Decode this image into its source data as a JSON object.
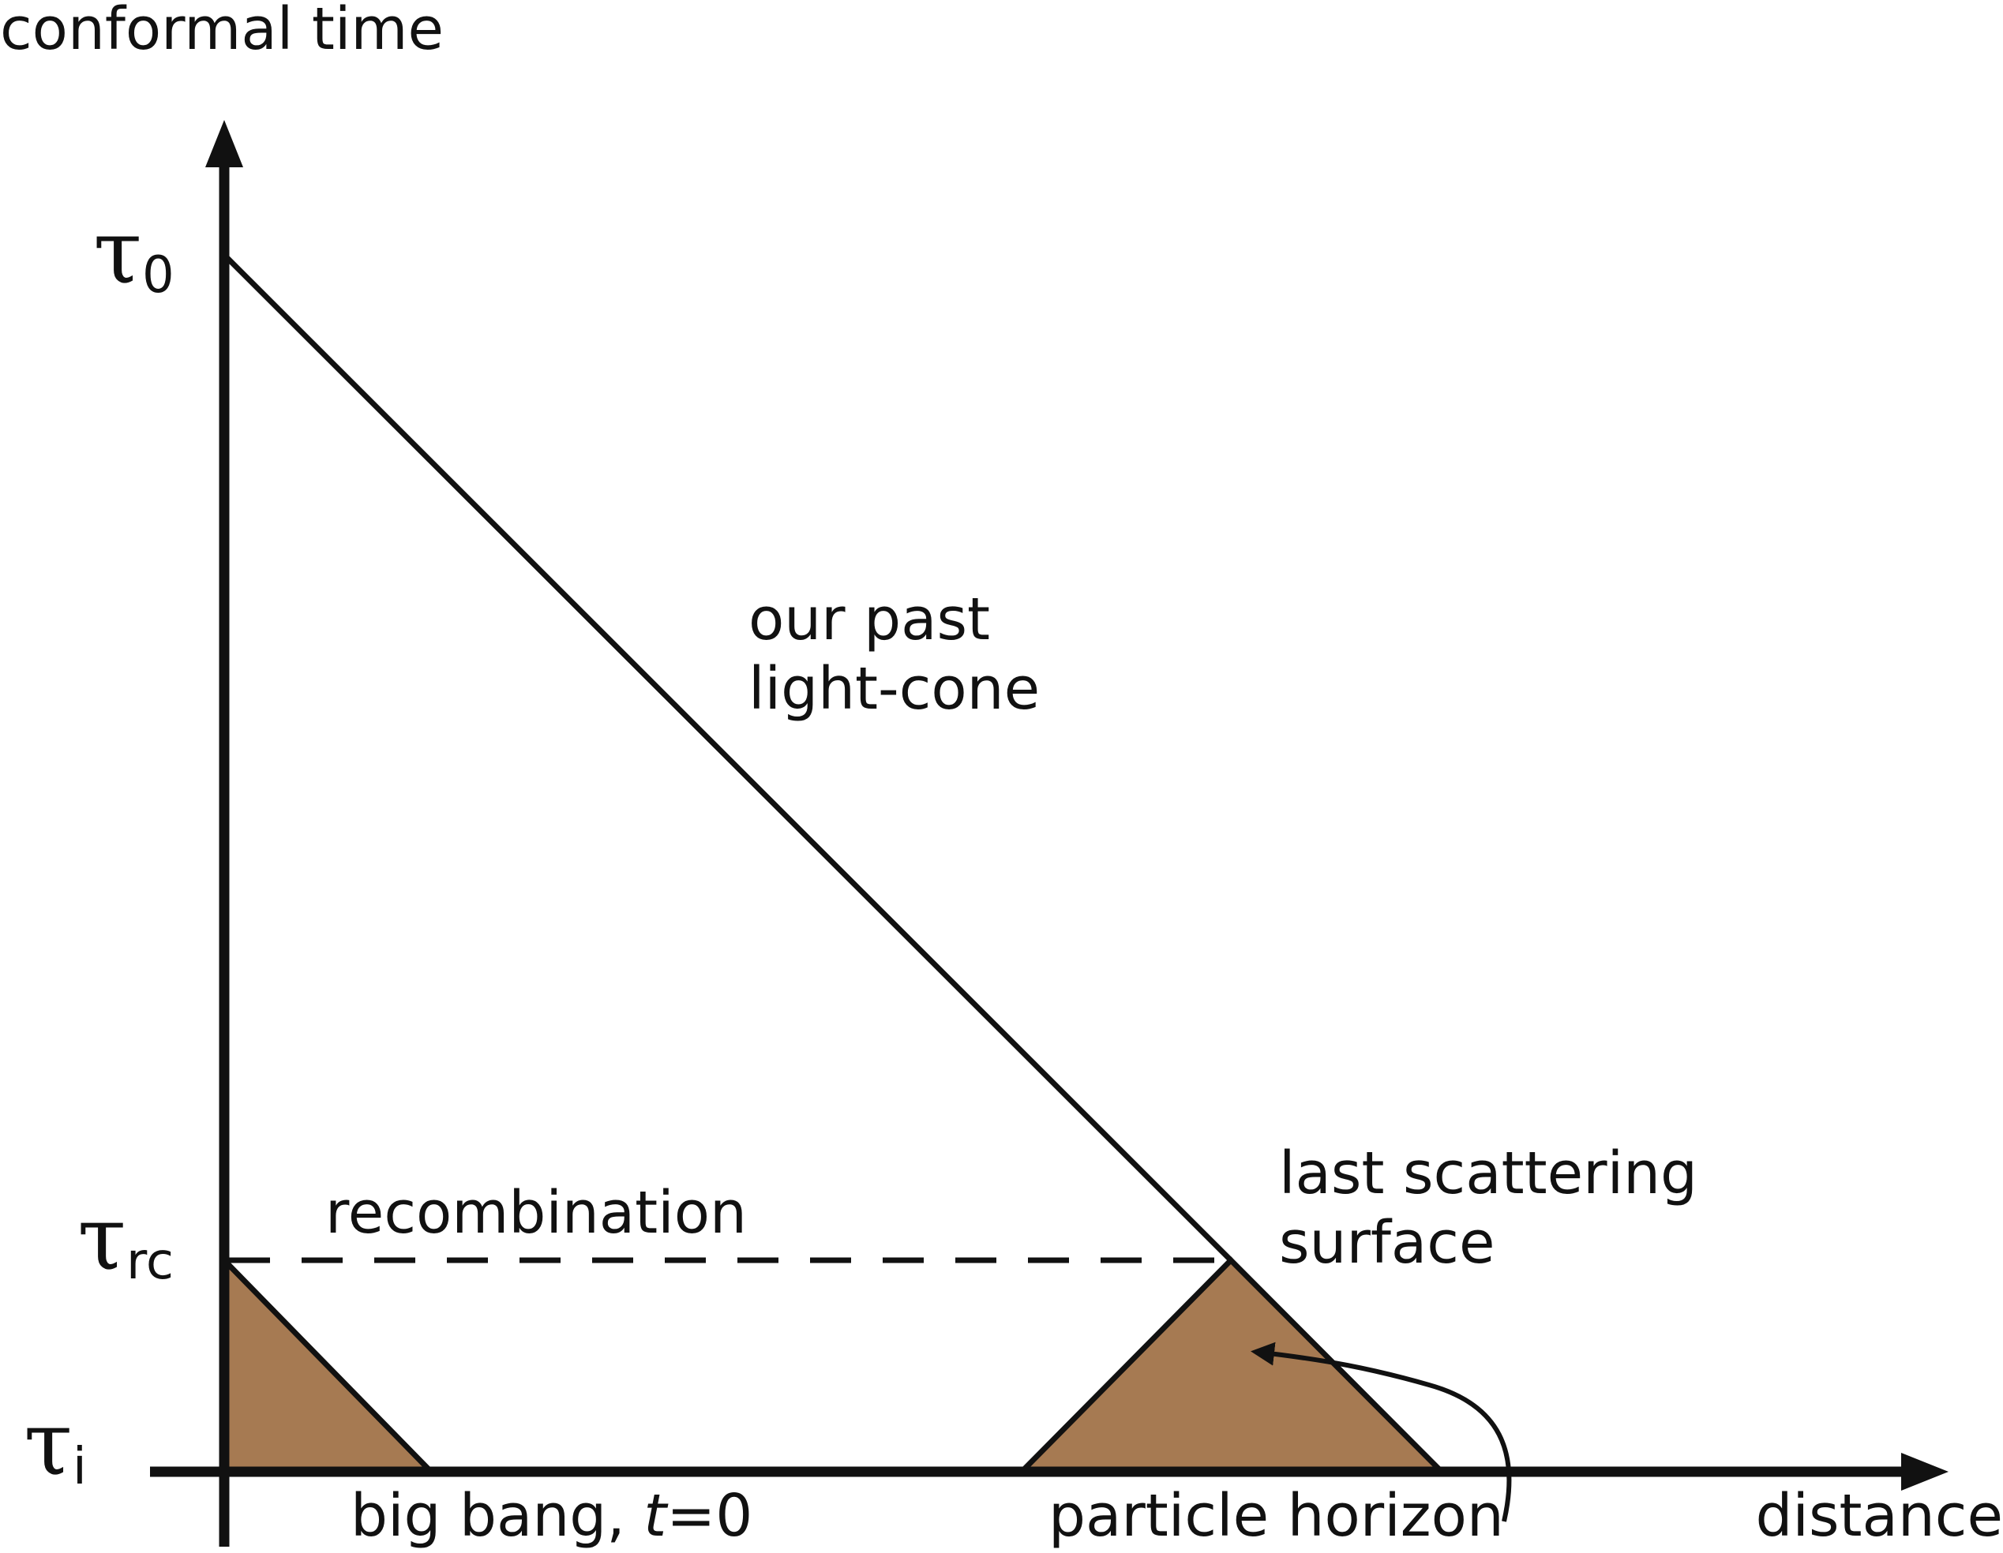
{
  "labels": {
    "y_axis": "conformal time",
    "x_axis": "distance",
    "light_cone_line1": "our past",
    "light_cone_line2": "light-cone",
    "recombination": "recombination",
    "last_scattering_line1": "last scattering",
    "last_scattering_line2": "surface",
    "big_bang_text": "big bang, ",
    "big_bang_t": "t",
    "big_bang_eq": "=0",
    "particle_horizon": "particle horizon"
  },
  "ticks": {
    "tau_symbol": "τ",
    "tau0_sub": "0",
    "taurc_sub": "rc",
    "taui_sub": "i"
  },
  "colors": {
    "line": "#111111",
    "horizon_fill": "#a67a52",
    "background": "#ffffff"
  }
}
